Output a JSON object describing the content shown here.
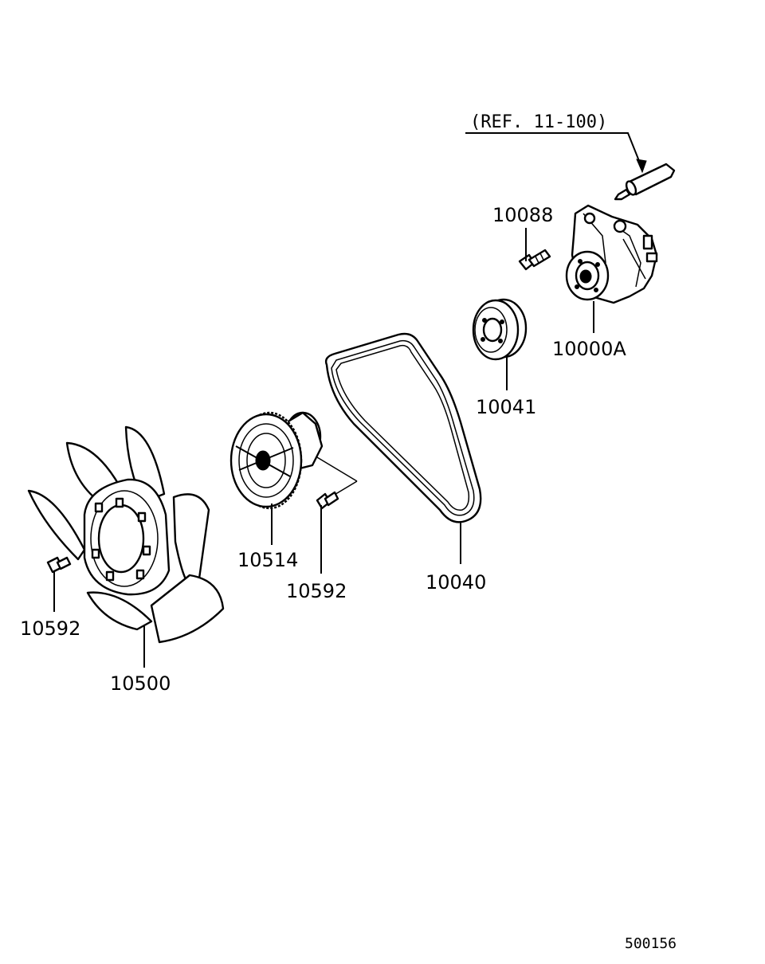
{
  "reference": "(REF. 11-100)",
  "drawing_number": "500156",
  "parts": [
    {
      "id": "water-pump",
      "number": "10000A"
    },
    {
      "id": "pump-bolt",
      "number": "10088"
    },
    {
      "id": "pump-pulley",
      "number": "10041"
    },
    {
      "id": "v-belt",
      "number": "10040"
    },
    {
      "id": "fan-clutch",
      "number": "10514"
    },
    {
      "id": "clutch-bolt",
      "number": "10592"
    },
    {
      "id": "fan-bolt",
      "number": "10592"
    },
    {
      "id": "cooling-fan",
      "number": "10500"
    }
  ]
}
